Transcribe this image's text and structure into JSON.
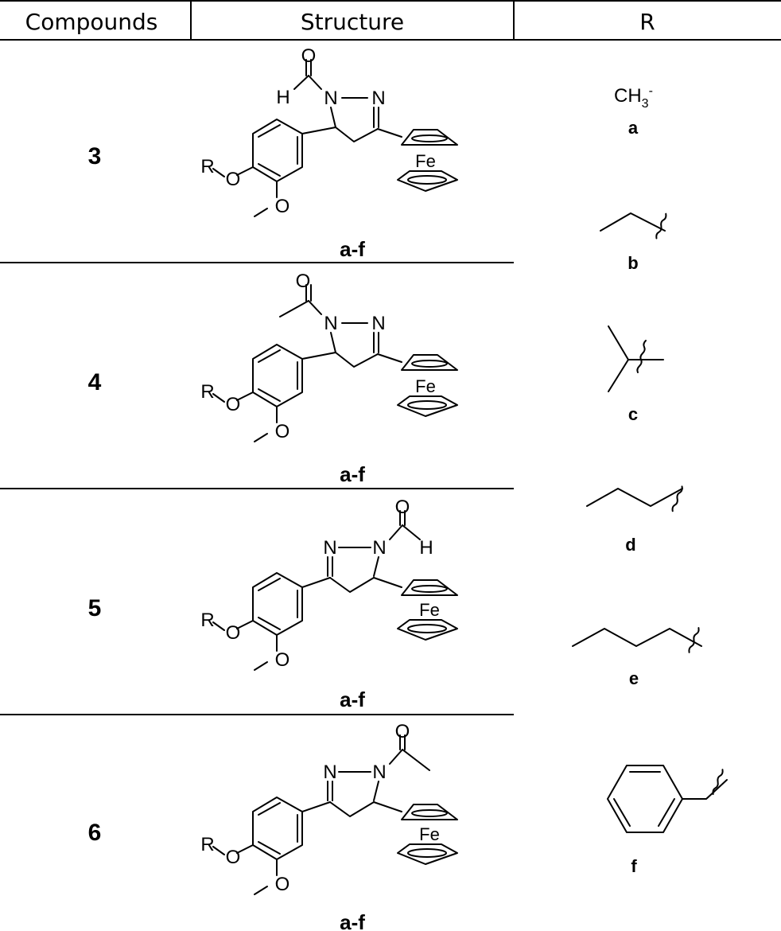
{
  "table": {
    "headers": {
      "compounds": "Compounds",
      "structure": "Structure",
      "r": "R"
    },
    "rows": [
      {
        "compound": "3",
        "range": "a-f",
        "acyl": "formyl",
        "ferrocene_position": "3"
      },
      {
        "compound": "4",
        "range": "a-f",
        "acyl": "acetyl",
        "ferrocene_position": "3"
      },
      {
        "compound": "5",
        "range": "a-f",
        "acyl": "formyl",
        "ferrocene_position": "5"
      },
      {
        "compound": "6",
        "range": "a-f",
        "acyl": "acetyl",
        "ferrocene_position": "5"
      }
    ],
    "r_groups": [
      {
        "label": "a",
        "formula_main": "CH",
        "formula_sub": "3",
        "formula_sup": "-"
      },
      {
        "label": "b",
        "name": "ethyl"
      },
      {
        "label": "c",
        "name": "isopropyl"
      },
      {
        "label": "d",
        "name": "propyl"
      },
      {
        "label": "e",
        "name": "butyl"
      },
      {
        "label": "f",
        "name": "benzyl"
      }
    ]
  },
  "atoms": {
    "oxygen": "O",
    "nitrogen": "N",
    "hydrogen": "H",
    "iron": "Fe",
    "r": "R"
  }
}
